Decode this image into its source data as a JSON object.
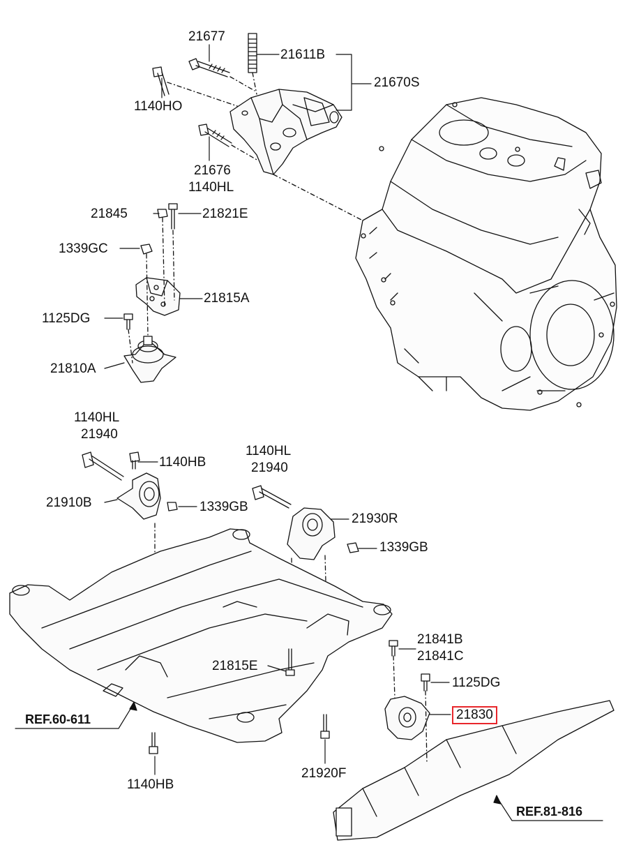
{
  "colors": {
    "ink": "#111111",
    "highlight": "#e8262b",
    "background": "#ffffff"
  },
  "labels": {
    "p21677": "21677",
    "p21611b": "21611B",
    "p21670s": "21670S",
    "p1140ho": "1140HO",
    "p21676": "21676",
    "p1140hl_a": "1140HL",
    "p21845": "21845",
    "p21821e": "21821E",
    "p1339gc": "1339GC",
    "p21815a": "21815A",
    "p1125dg_a": "1125DG",
    "p21810a": "21810A",
    "p1140hl_b": "1140HL",
    "p21940_b": "21940",
    "p1140hb_a": "1140HB",
    "p21910b": "21910B",
    "p1339gb_a": "1339GB",
    "p1140hl_c": "1140HL",
    "p21940_c": "21940",
    "p21930r": "21930R",
    "p1339gb_b": "1339GB",
    "p21815e": "21815E",
    "p21841b": "21841B",
    "p21841c": "21841C",
    "p1125dg_b": "1125DG",
    "p21830": "21830",
    "ref_60": "REF.60-611",
    "ref_81": "REF.81-816",
    "p1140hb_b": "1140HB",
    "p21920f": "21920F"
  }
}
